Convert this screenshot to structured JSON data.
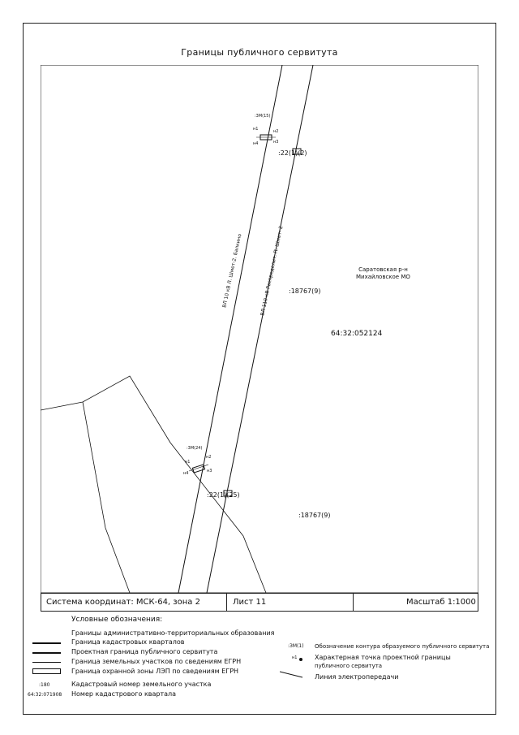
{
  "title": "Границы публичного сервитута",
  "map": {
    "region_line1": "Саратовская р-н",
    "region_line2": "Михайловское МО",
    "quarter_number": "64:32:052124",
    "parcel_labels": [
      ":22(1)(2)",
      ":18767(9)",
      ":22(1)(25)",
      ":18767(9)"
    ],
    "line_label_left": "ВЛ 10 кВ Л. Шмет-2. Балкино",
    "line_label_right": "ВЛ 110 кВ Распределит. П. Шмет- 2",
    "contour_labels": [
      ":3М(15)",
      ":3М(24)"
    ],
    "point_labels_top": [
      "н1",
      "н2",
      "н3",
      "н4"
    ],
    "point_labels_bottom": [
      "н1",
      "н2",
      "н3",
      "н4"
    ]
  },
  "info": {
    "coord_system": "Система координат: МСК-64, зона 2",
    "sheet": "Лист 11",
    "scale": "Масштаб 1:1000"
  },
  "legend": {
    "heading": "Условные обозначения:",
    "items_left": [
      "Границы административно-территориальных образования",
      "Граница кадастровых кварталов",
      "Проектная граница публичного сервитута",
      "Граница земельных участков по сведениям ЕГРН",
      "Граница охранной зоны ЛЭП по сведениям ЕГРН"
    ],
    "cad_sample": ":180",
    "cad_text": "Кадастровый номер земельного участка",
    "quarter_sample": "64:32:071908",
    "quarter_text": "Номер кадастрового квартала",
    "items_right": {
      "contour_sample": ":ЗМ(1)",
      "contour_text": "Обозначение контура образуемого публичного сервитута",
      "point_sample": "н1",
      "point_text_1": "Характерная точка проектной границы",
      "point_text_2": "публичного сервитута",
      "power_text": "Линия электропередачи"
    }
  }
}
